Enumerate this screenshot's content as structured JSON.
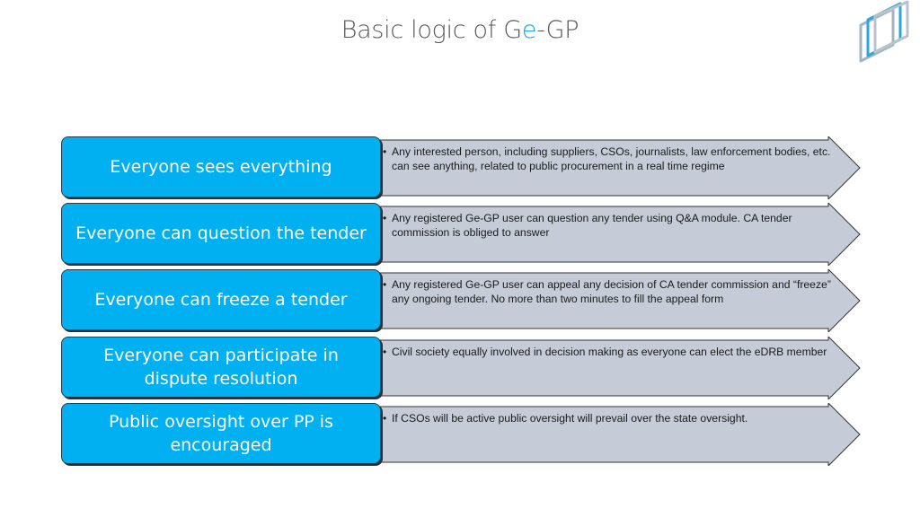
{
  "title": {
    "prefix": "Basic logic of G",
    "accent": "e",
    "suffix": "-GP"
  },
  "colors": {
    "box_fill": "#00b0f0",
    "arrow_fill": "#c5ccd8",
    "arrow_stroke": "#333333",
    "title_text": "#595959",
    "title_accent": "#1aa3e8"
  },
  "rows": [
    {
      "label": "Everyone sees everything",
      "bullet": "•",
      "detail": "Any interested person, including suppliers, CSOs, journalists, law enforcement bodies, etc. can see anything, related to public procurement in a real time regime"
    },
    {
      "label": "Everyone can question the tender",
      "bullet": "•",
      "detail": "Any registered Ge-GP user can question any tender using Q&A module. CA tender commission is obliged to answer"
    },
    {
      "label": "Everyone can freeze a tender",
      "bullet": "•",
      "detail": "Any registered Ge-GP user can appeal any decision of CA tender commission and “freeze” any ongoing tender. No more than two minutes to fill the appeal form"
    },
    {
      "label": "Everyone can participate in dispute resolution",
      "bullet": "•",
      "detail": "Civil society equally involved in decision making as everyone can elect the eDRB member"
    },
    {
      "label": "Public oversight over PP is encouraged",
      "bullet": "•",
      "detail": "If CSOs will be active public oversight will prevail over the state oversight."
    }
  ]
}
